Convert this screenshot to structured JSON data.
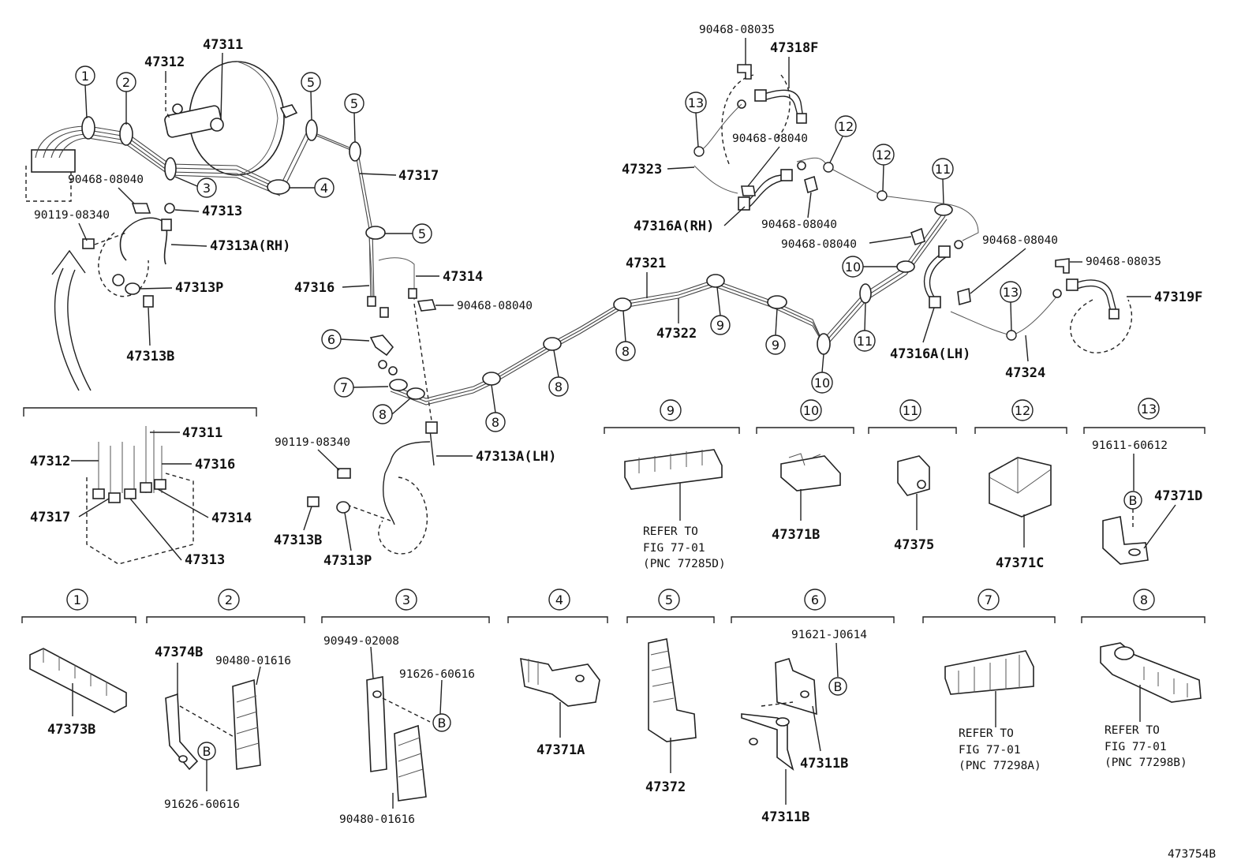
{
  "labels": {
    "p47311_top": "47311",
    "p47312_top": "47312",
    "p90468_08040_a": "90468-08040",
    "p47313_a": "47313",
    "p90119_a": "90119-08340",
    "p47313A_RH": "47313A(RH)",
    "p47313P_a": "47313P",
    "p47313B_a": "47313B",
    "p47317_a": "47317",
    "p47316_a": "47316",
    "p47314_a": "47314",
    "p90468_08040_b": "90468-08040",
    "d47311": "47311",
    "d47312": "47312",
    "d47316": "47316",
    "d47317": "47317",
    "d47314": "47314",
    "d47313": "47313",
    "p90119_b": "90119-08340",
    "p47313A_LH": "47313A(LH)",
    "p47313B_b": "47313B",
    "p47313P_b": "47313P",
    "p90468_08035_a": "90468-08035",
    "p47318F": "47318F",
    "p90468_08040_c": "90468-08040",
    "p47323": "47323",
    "p47316A_RH": "47316A(RH)",
    "p90468_08040_d": "90468-08040",
    "p90468_08040_e": "90468-08040",
    "p90468_08040_f": "90468-08040",
    "p90468_08035_b": "90468-08035",
    "p47319F": "47319F",
    "p47321": "47321",
    "p47322": "47322",
    "p47316A_LH": "47316A(LH)",
    "p47324": "47324",
    "refer_9a": "REFER TO",
    "refer_9b": "FIG 77-01",
    "refer_9c": "(PNC 77285D)",
    "p47371B": "47371B",
    "p47375": "47375",
    "p47371C": "47371C",
    "p91611": "91611-60612",
    "p47371D": "47371D",
    "p47373B": "47373B",
    "p47374B": "47374B",
    "p90480_a": "90480-01616",
    "p91626_a": "91626-60616",
    "p90949": "90949-02008",
    "p91626_b": "91626-60616",
    "p90480_b": "90480-01616",
    "p47371A": "47371A",
    "p47372": "47372",
    "p91621": "91621-J0614",
    "p47311B_a": "47311B",
    "p47311B_b": "47311B",
    "refer_7a": "REFER TO",
    "refer_7b": "FIG 77-01",
    "refer_7c": "(PNC 77298A)",
    "refer_8a": "REFER TO",
    "refer_8b": "FIG 77-01",
    "refer_8c": "(PNC 77298B)",
    "diagram_id": "473754B"
  },
  "callouts": {
    "c1": "1",
    "c2": "2",
    "c3": "3",
    "c4": "4",
    "c5a": "5",
    "c5b": "5",
    "c5c": "5",
    "c6": "6",
    "c7": "7",
    "c8a": "8",
    "c8b": "8",
    "c8c": "8",
    "c8d": "8",
    "c9a": "9",
    "c9b": "9",
    "c10a": "10",
    "c10b": "10",
    "c11a": "11",
    "c11b": "11",
    "c12a": "12",
    "c12b": "12",
    "c13a": "13",
    "c13b": "13",
    "h9": "9",
    "h10": "10",
    "h11": "11",
    "h12": "12",
    "h13": "13",
    "h1": "1",
    "h2": "2",
    "h3": "3",
    "h4": "4",
    "h5": "5",
    "h6": "6",
    "h7": "7",
    "h8": "8",
    "b1": "B",
    "b2": "B",
    "b3": "B",
    "b4": "B"
  }
}
